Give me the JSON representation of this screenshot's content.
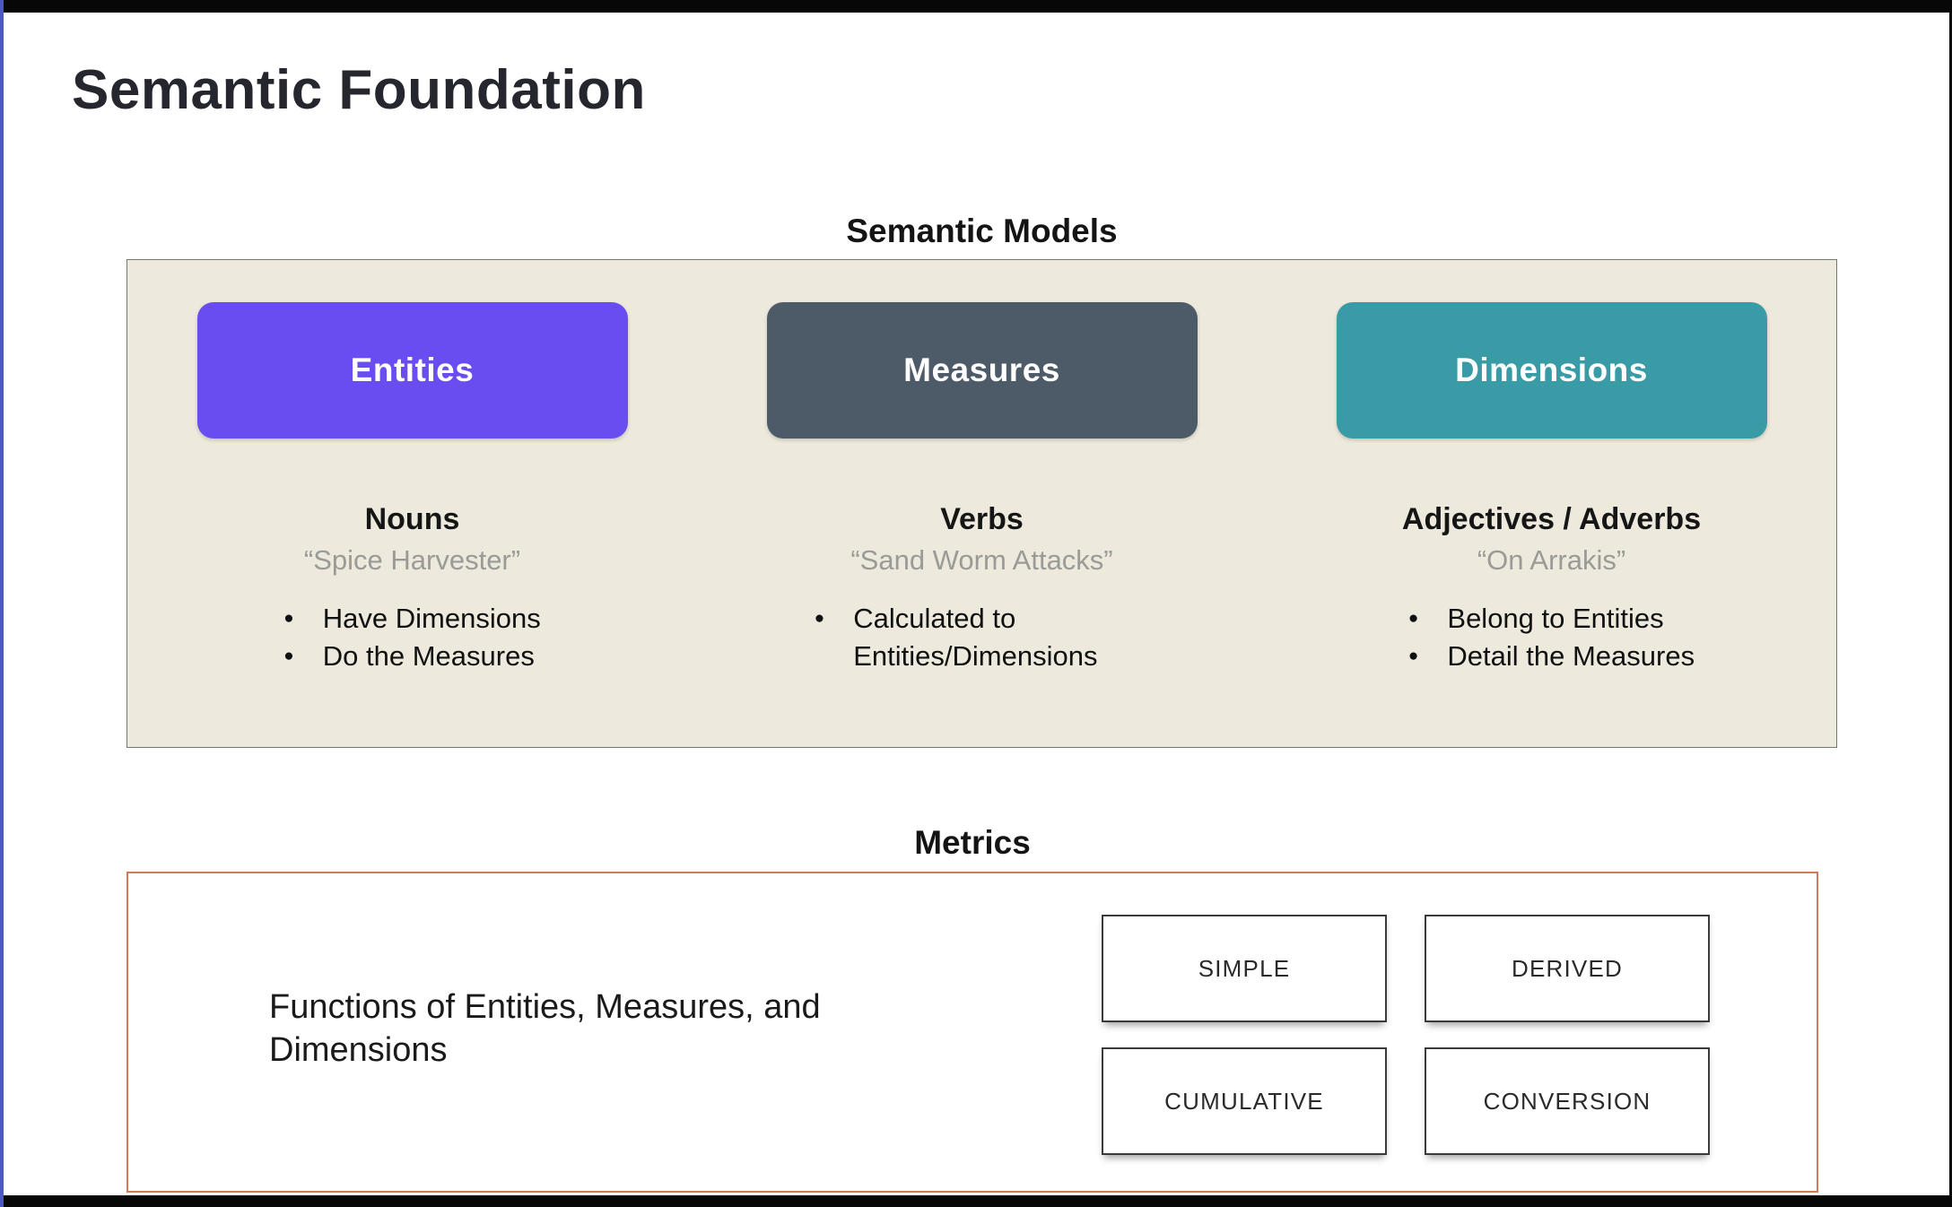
{
  "frame": {
    "accent_color": "#4b59c8"
  },
  "slide": {
    "title": "Semantic Foundation",
    "semantic_models": {
      "heading": "Semantic Models",
      "panel_bg": "#edeadd",
      "columns": [
        {
          "label": "Entities",
          "color": "#6a4df0",
          "role": "Nouns",
          "example": "“Spice Harvester”",
          "bullets": [
            "Have Dimensions",
            "Do the Measures"
          ]
        },
        {
          "label": "Measures",
          "color": "#4d5a68",
          "role": "Verbs",
          "example": "“Sand Worm Attacks”",
          "bullets": [
            "Calculated to Entities/Dimensions"
          ]
        },
        {
          "label": "Dimensions",
          "color": "#399ba6",
          "role": "Adjectives / Adverbs",
          "example": "“On Arrakis”",
          "bullets": [
            "Belong to Entities",
            "Detail the Measures"
          ]
        }
      ]
    },
    "metrics": {
      "heading": "Metrics",
      "description": "Functions of Entities, Measures, and Dimensions",
      "border_color": "#d0795b",
      "types": [
        "SIMPLE",
        "DERIVED",
        "CUMULATIVE",
        "CONVERSION"
      ]
    }
  }
}
